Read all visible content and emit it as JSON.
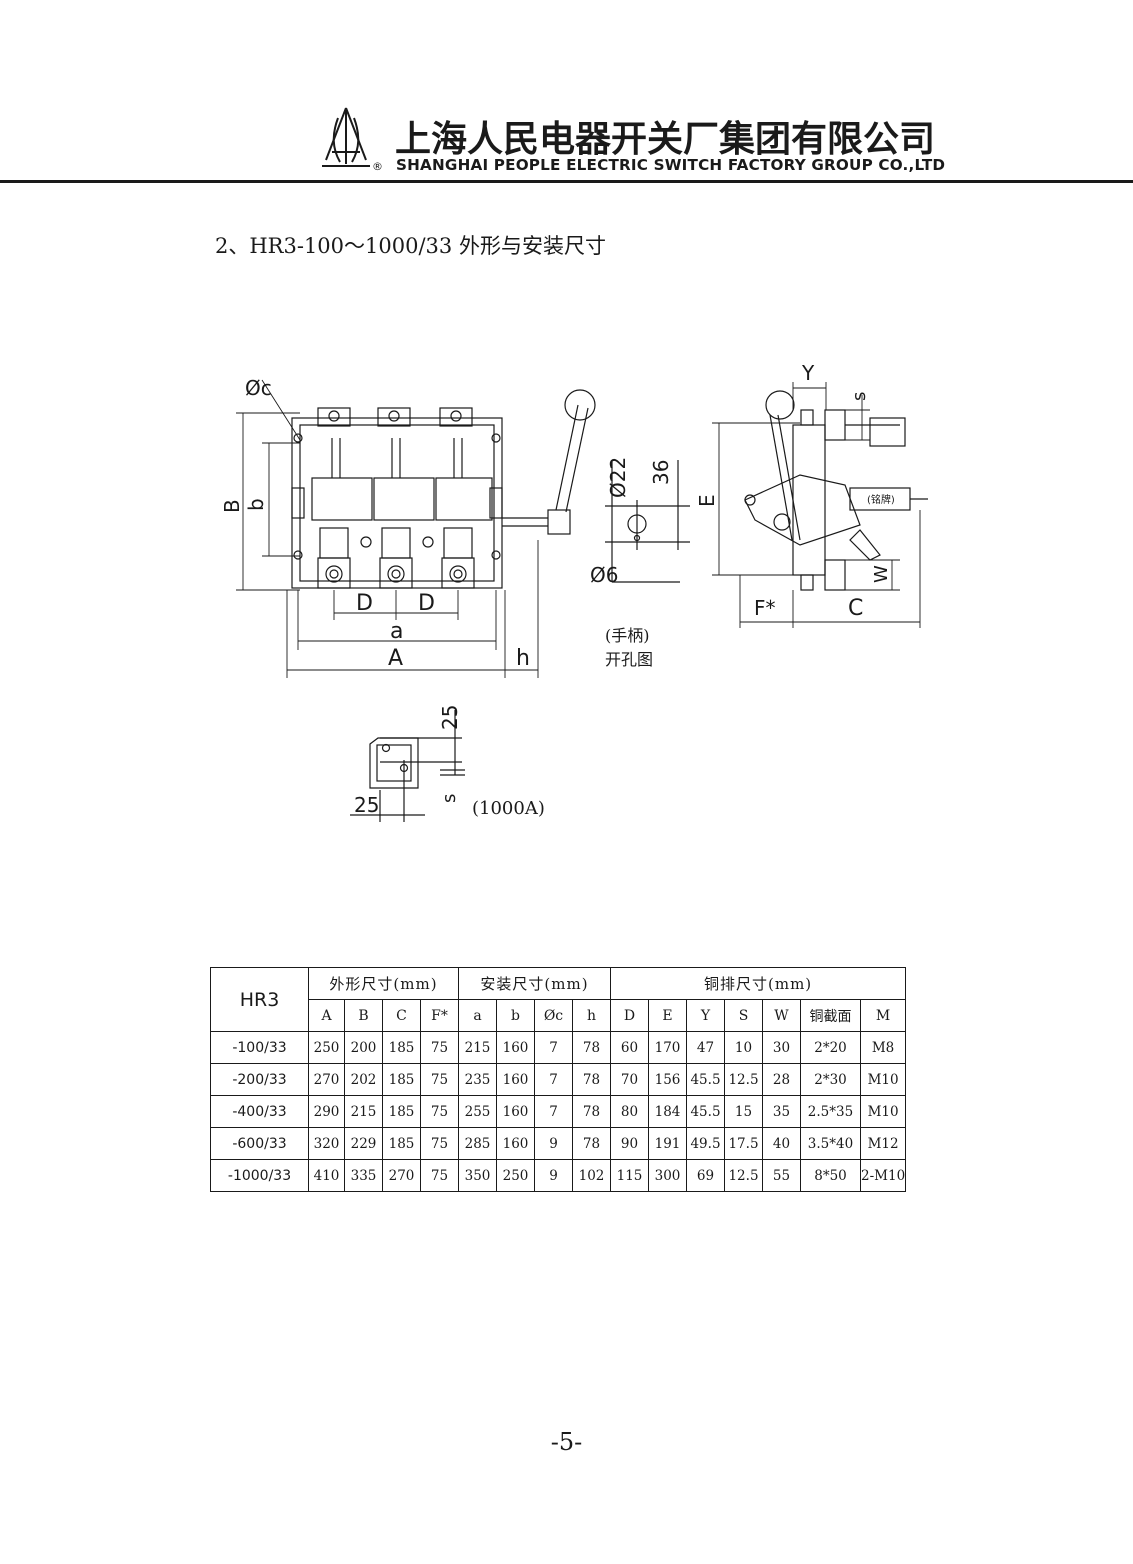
{
  "header": {
    "company_cn": "上海人民电器开关厂集团有限公司",
    "company_en": "SHANGHAI PEOPLE ELECTRIC SWITCH FACTORY GROUP CO.,LTD",
    "registered_mark": "®"
  },
  "section_title": "2、HR3-100～1000/33 外形与安装尺寸",
  "drawing": {
    "front_labels": {
      "phi_c": "Øc",
      "B": "B",
      "b": "b",
      "D1": "D",
      "D2": "D",
      "a": "a",
      "A": "A",
      "h": "h",
      "phi22": "Ø22",
      "d36": "36",
      "phi6": "Ø6"
    },
    "cutout_caption_line1": "(手柄)",
    "cutout_caption_line2": "开孔图",
    "side_labels": {
      "Y": "Y",
      "s": "s",
      "E": "E",
      "W": "W",
      "F": "F*",
      "C": "C",
      "nameplate": "(铭牌)"
    },
    "detail_labels": {
      "top25": "25",
      "s": "s",
      "left25": "25"
    },
    "detail_caption": "(1000A)"
  },
  "table": {
    "model_header": "HR3",
    "groups": [
      "外形尺寸(mm)",
      "安装尺寸(mm)",
      "铜排尺寸(mm)"
    ],
    "columns": [
      "A",
      "B",
      "C",
      "F*",
      "a",
      "b",
      "Øc",
      "h",
      "D",
      "E",
      "Y",
      "S",
      "W",
      "铜截面",
      "M"
    ],
    "rows": [
      [
        "-100/33",
        "250",
        "200",
        "185",
        "75",
        "215",
        "160",
        "7",
        "78",
        "60",
        "170",
        "47",
        "10",
        "30",
        "2*20",
        "M8"
      ],
      [
        "-200/33",
        "270",
        "202",
        "185",
        "75",
        "235",
        "160",
        "7",
        "78",
        "70",
        "156",
        "45.5",
        "12.5",
        "28",
        "2*30",
        "M10"
      ],
      [
        "-400/33",
        "290",
        "215",
        "185",
        "75",
        "255",
        "160",
        "7",
        "78",
        "80",
        "184",
        "45.5",
        "15",
        "35",
        "2.5*35",
        "M10"
      ],
      [
        "-600/33",
        "320",
        "229",
        "185",
        "75",
        "285",
        "160",
        "9",
        "78",
        "90",
        "191",
        "49.5",
        "17.5",
        "40",
        "3.5*40",
        "M12"
      ],
      [
        "-1000/33",
        "410",
        "335",
        "270",
        "75",
        "350",
        "250",
        "9",
        "102",
        "115",
        "300",
        "69",
        "12.5",
        "55",
        "8*50",
        "2-M10"
      ]
    ]
  },
  "page_number": "-5-"
}
